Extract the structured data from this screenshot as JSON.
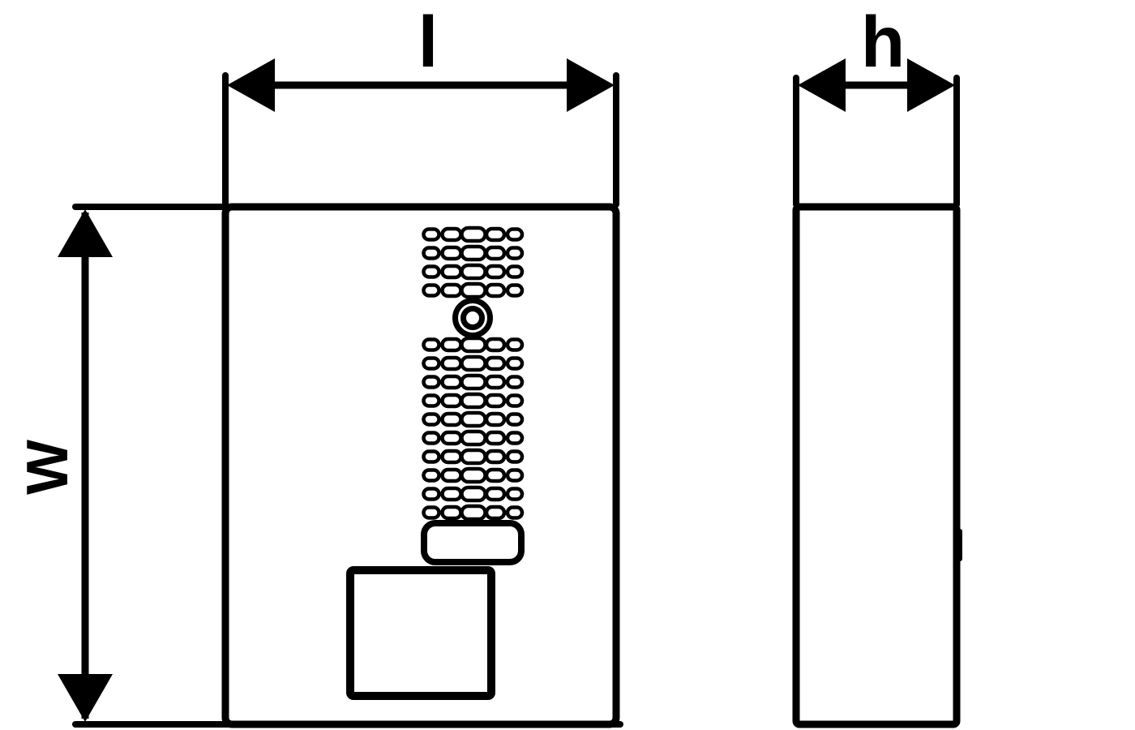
{
  "drawing": {
    "type": "technical-dimension-drawing",
    "views": [
      "front-view",
      "side-view"
    ]
  },
  "colors": {
    "ink": "#000000",
    "background": "#ffffff"
  },
  "dimensions": {
    "length_label": "l",
    "height_label": "h",
    "width_label": "W"
  },
  "front_view": {
    "grille": {
      "pills_per_row": 5,
      "rows_above_lens": 4,
      "rows_below_lens": 10
    },
    "lens_rings": 2,
    "has_rounded_button": true,
    "has_square_module": true
  },
  "side_view": {
    "has_right_edge_notch": true
  }
}
